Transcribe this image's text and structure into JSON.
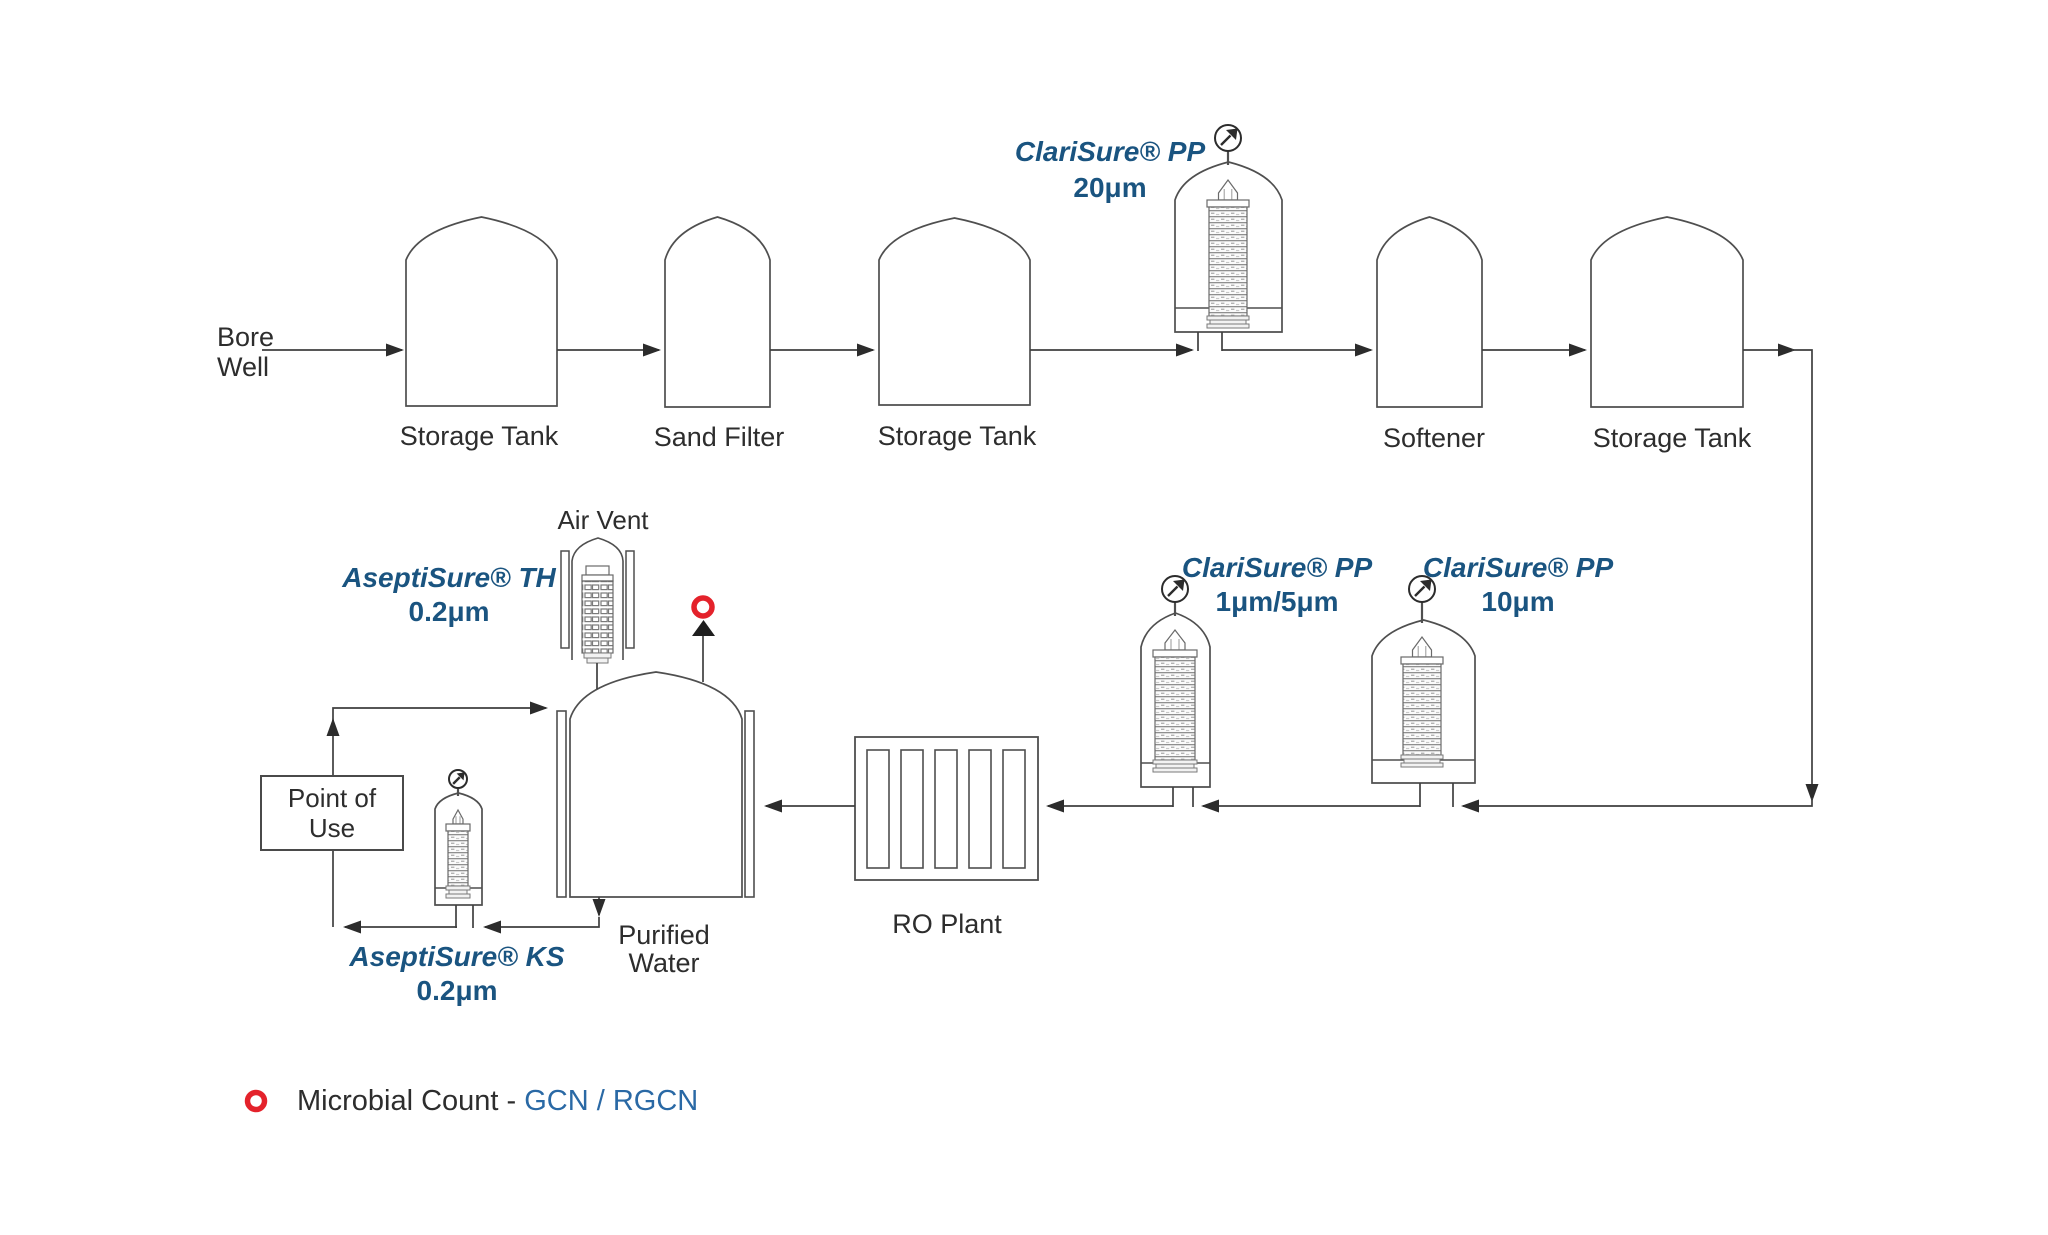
{
  "nodes": {
    "bore_well": {
      "line1": "Bore",
      "line2": "Well"
    },
    "storage_tank_1": {
      "label": "Storage Tank"
    },
    "sand_filter": {
      "label": "Sand Filter"
    },
    "storage_tank_2": {
      "label": "Storage Tank"
    },
    "clarisure_pp_20um": {
      "product": "ClariSure® PP",
      "rating": "20μm"
    },
    "softener": {
      "label": "Softener"
    },
    "storage_tank_3": {
      "label": "Storage Tank"
    },
    "clarisure_pp_10um": {
      "product": "ClariSure® PP",
      "rating": "10μm"
    },
    "clarisure_pp_1um_5um": {
      "product": "ClariSure® PP",
      "rating": "1μm/5μm"
    },
    "ro_plant": {
      "label": "RO Plant"
    },
    "purified_water_tank": {
      "line1": "Purified",
      "line2": "Water"
    },
    "air_vent": {
      "label": "Air Vent"
    },
    "aseptisure_th": {
      "product": "AseptiSure® TH",
      "rating": "0.2μm"
    },
    "aseptisure_ks": {
      "product": "AseptiSure® KS",
      "rating": "0.2μm"
    },
    "point_of_use": {
      "line1": "Point of",
      "line2": "Use"
    }
  },
  "legend": {
    "label": "Microbial Count - ",
    "codes": "GCN / RGCN"
  },
  "colors": {
    "product_blue": "#1a5480",
    "legend_blue": "#2a69a5",
    "marker_red": "#e4222b",
    "line_gray": "#3f3f3f",
    "text_dark": "#2d2d2d"
  }
}
